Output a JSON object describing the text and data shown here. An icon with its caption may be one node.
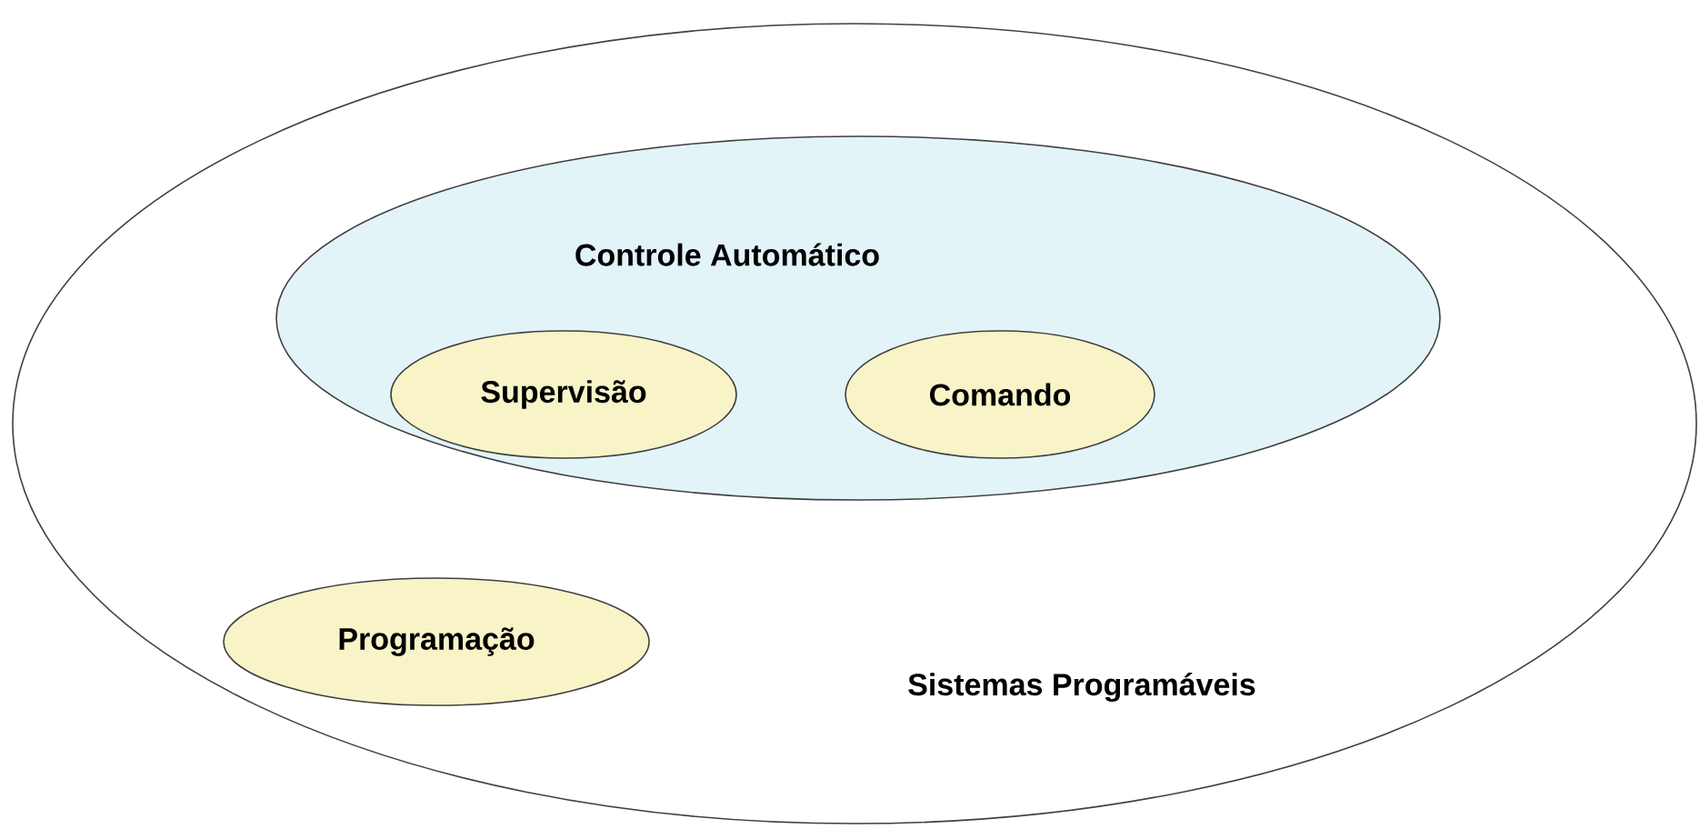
{
  "diagram": {
    "nodes": [
      {
        "text": [
          "Sistemas Programáveis"
        ]
      },
      {
        "text": [
          "Controle Automático"
        ],
        "in": 0
      },
      {
        "text": [
          "Supervisão"
        ],
        "in": 1
      },
      {
        "text": [
          "Comando"
        ],
        "in": 1
      },
      {
        "text": [
          "Programação"
        ],
        "in": 0
      }
    ]
  }
}
